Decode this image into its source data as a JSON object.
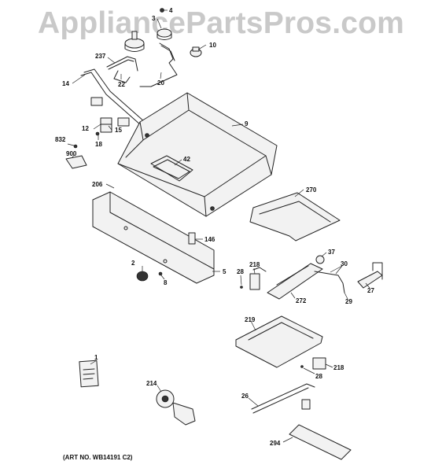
{
  "watermark": "AppliancePartsPros.com",
  "footer": {
    "art_no": "(ART NO. WB14191 C2)"
  },
  "callouts": {
    "c4": "4",
    "c3": "3",
    "c10": "10",
    "c237": "237",
    "c22": "22",
    "c20": "20",
    "c14": "14",
    "c9": "9",
    "c12": "12",
    "c15": "15",
    "c18": "18",
    "c832": "832",
    "c900": "900",
    "c42": "42",
    "c206": "206",
    "c270": "270",
    "c146": "146",
    "c37": "37",
    "c2": "2",
    "c8": "8",
    "c5": "5",
    "c218a": "218",
    "c28a": "28",
    "c30": "30",
    "c27": "27",
    "c29": "29",
    "c272": "272",
    "c219": "219",
    "c218b": "218",
    "c28b": "28",
    "c1": "1",
    "c214": "214",
    "c26": "26",
    "c294": "294"
  }
}
